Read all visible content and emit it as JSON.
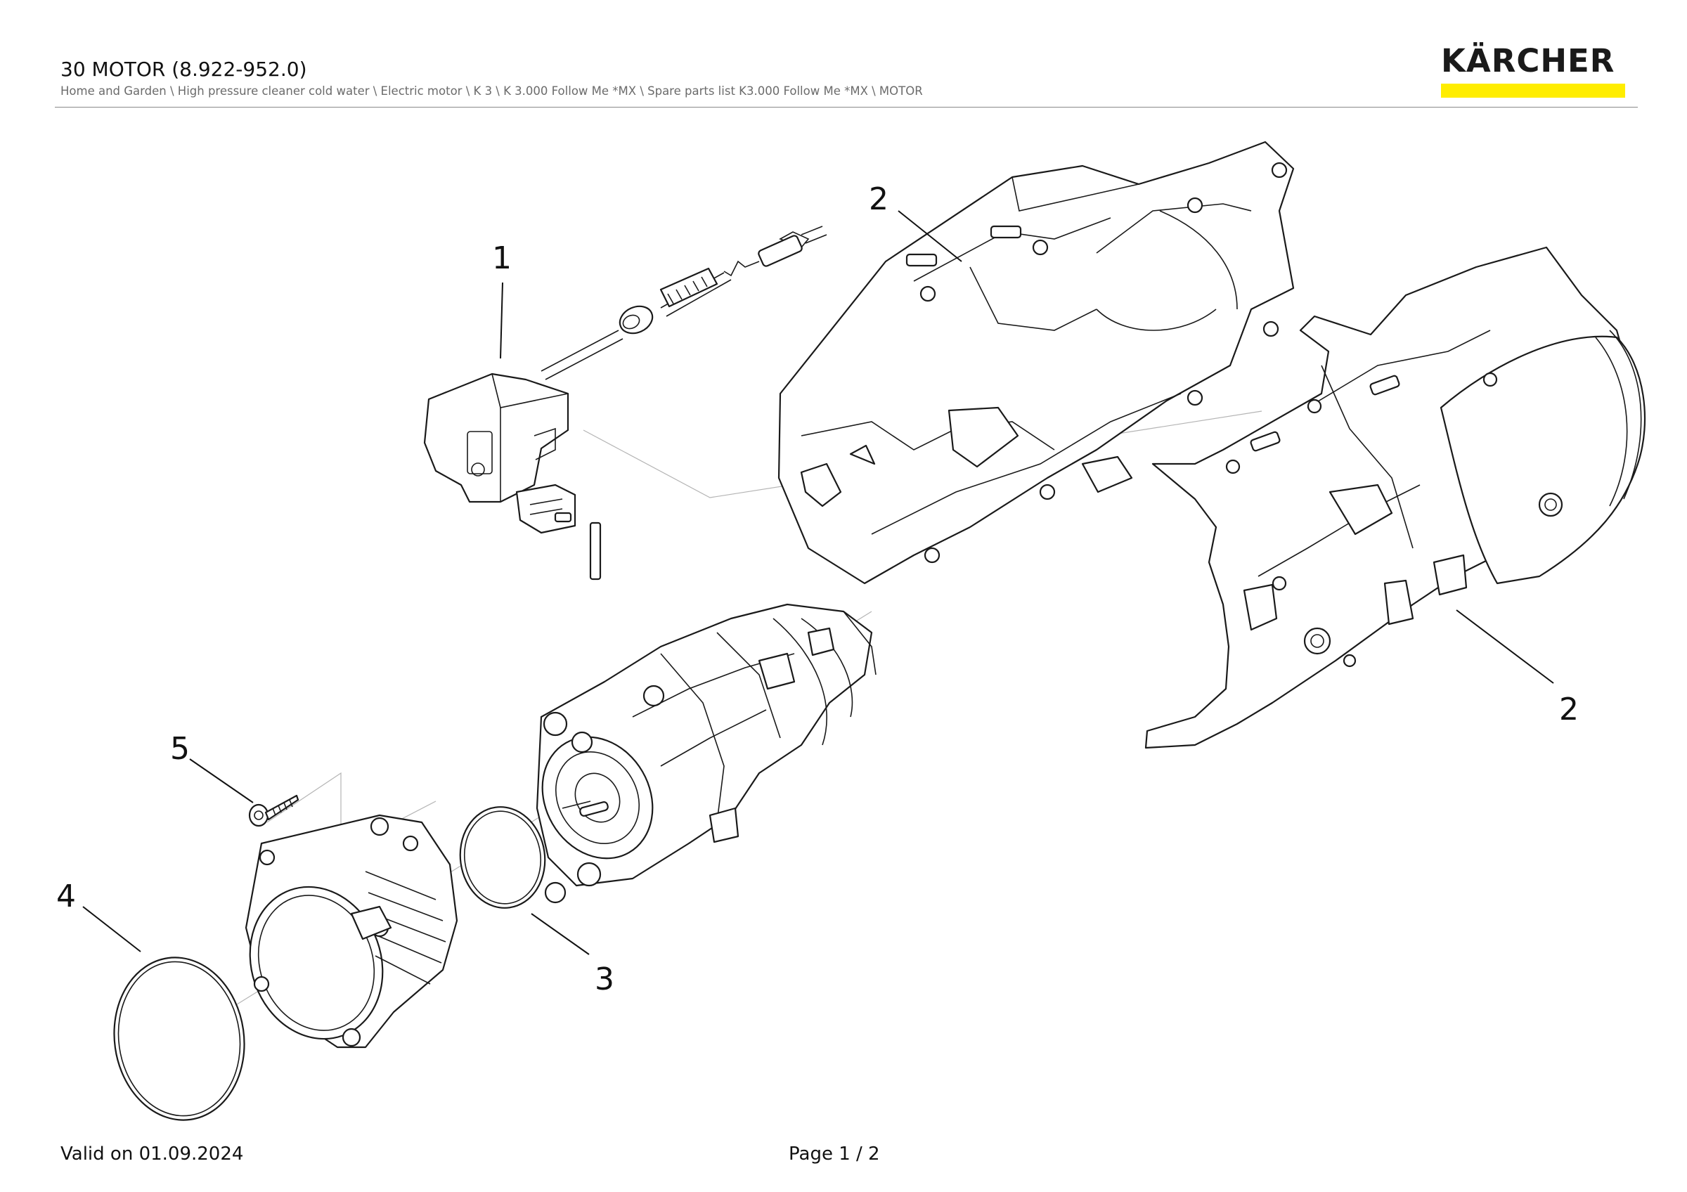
{
  "header": {
    "title": "30 MOTOR (8.922-952.0)",
    "breadcrumb": "Home and Garden \\ High pressure cleaner cold water \\ Electric motor \\ K 3 \\ K 3.000 Follow Me *MX \\ Spare parts list K3.000 Follow Me *MX \\ MOTOR"
  },
  "brand": {
    "name": "KÄRCHER",
    "accent_color": "#FFED00",
    "text_color": "#1a1a1a"
  },
  "diagram": {
    "callouts": [
      {
        "label": "1",
        "part": "power-cord-and-switch-box"
      },
      {
        "label": "2",
        "part": "housing-shell-upper"
      },
      {
        "label": "2",
        "part": "housing-shell-lower"
      },
      {
        "label": "3",
        "part": "o-ring-small"
      },
      {
        "label": "4",
        "part": "o-ring-large"
      },
      {
        "label": "5",
        "part": "screw"
      }
    ]
  },
  "footer": {
    "valid": "Valid on 01.09.2024",
    "page": "Page 1 / 2"
  }
}
